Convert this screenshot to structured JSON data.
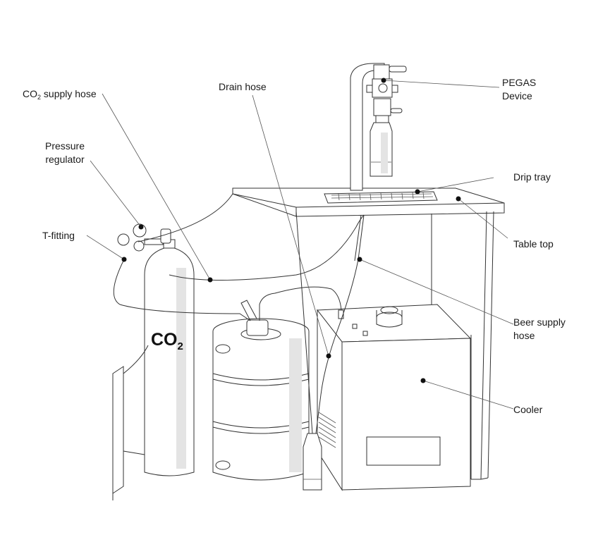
{
  "labels": {
    "co2_supply_hose": {
      "prefix": "CO",
      "subscript": "2",
      "suffix": " supply hose"
    },
    "drain_hose": "Drain hose",
    "pegas_line1": "PEGAS",
    "pegas_line2": "Device",
    "pressure_regulator_line1": "Pressure",
    "pressure_regulator_line2": "regulator",
    "t_fitting": "T-fitting",
    "drip_tray": "Drip tray",
    "table_top": "Table top",
    "beer_supply_line1": "Beer supply",
    "beer_supply_line2": "hose",
    "cooler": "Cooler"
  },
  "cylinder_marking": {
    "prefix": "CO",
    "subscript": "2"
  }
}
